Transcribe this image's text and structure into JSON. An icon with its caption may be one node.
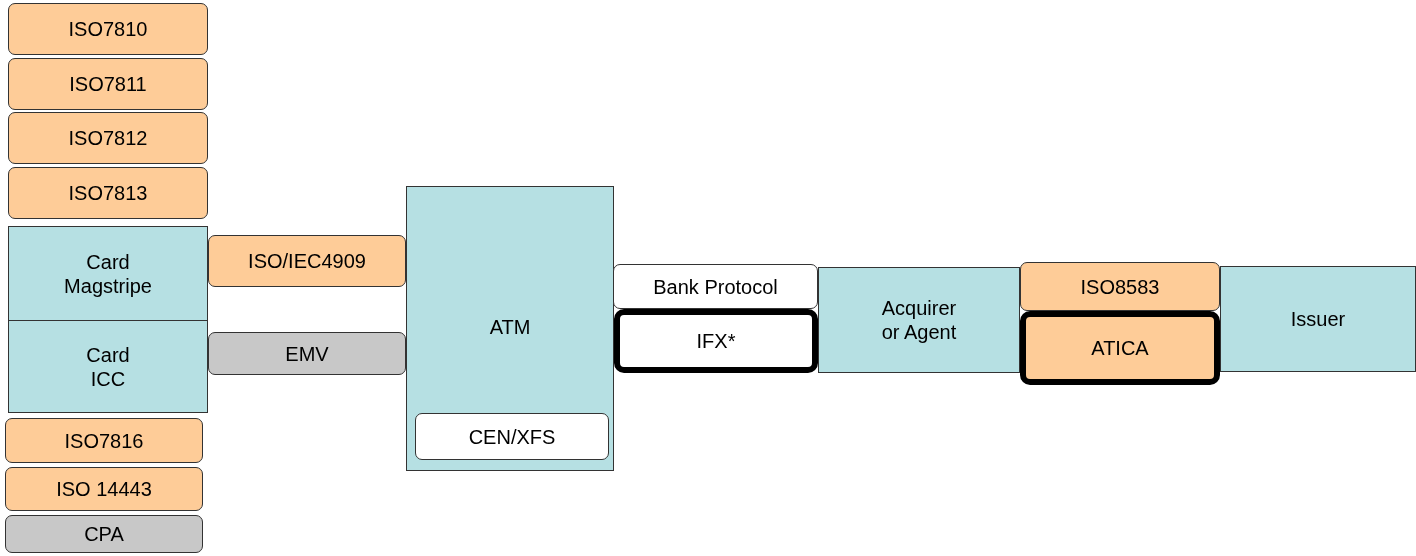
{
  "diagram": {
    "nodes": [
      {
        "text": [
          "ISO7810"
        ]
      },
      {
        "text": [
          "ISO7811"
        ]
      },
      {
        "text": [
          "ISO7812"
        ]
      },
      {
        "text": [
          "ISO7813"
        ]
      },
      {
        "text": [
          "Card Magstripe"
        ]
      },
      {
        "text": [
          "Card ICC"
        ]
      },
      {
        "text": [
          "ISO7816"
        ]
      },
      {
        "text": [
          "ISO 14443"
        ]
      },
      {
        "text": [
          "CPA"
        ]
      },
      {
        "text": [
          "ISO/IEC4909"
        ]
      },
      {
        "text": [
          "EMV"
        ]
      },
      {
        "text": [
          "ATM"
        ]
      },
      {
        "text": [
          "CEN/XFS"
        ],
        "in": 11
      },
      {
        "text": [
          "Bank Protocol"
        ]
      },
      {
        "text": [
          "IFX*"
        ]
      },
      {
        "text": [
          "Acquirer or Agent"
        ]
      },
      {
        "text": [
          "ISO8583"
        ]
      },
      {
        "text": [
          "ATICA"
        ]
      },
      {
        "text": [
          "Issuer"
        ]
      }
    ]
  }
}
